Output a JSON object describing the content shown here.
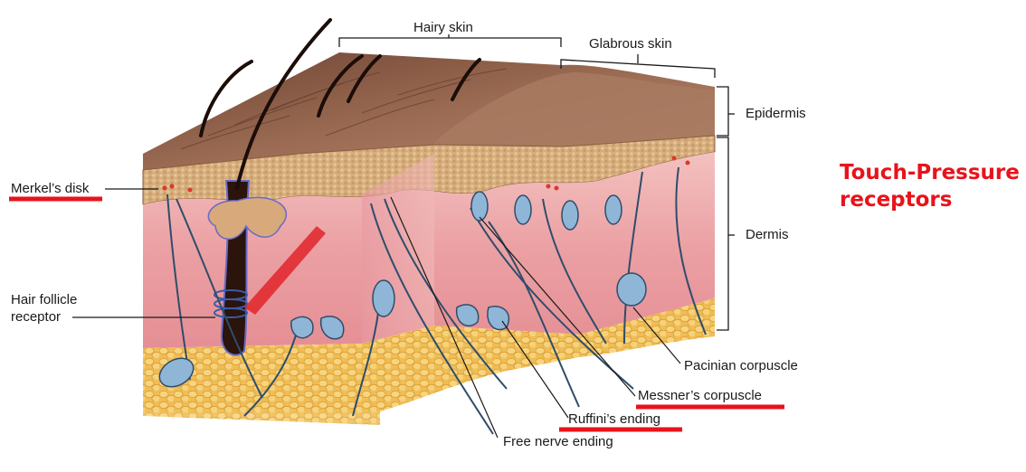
{
  "labels": {
    "hairy_skin": "Hairy skin",
    "glabrous_skin": "Glabrous skin",
    "epidermis": "Epidermis",
    "dermis": "Dermis",
    "merkels_disk": "Merkel’s disk",
    "hair_follicle_line1": "Hair follicle",
    "hair_follicle_line2": "receptor",
    "pacinian": "Pacinian corpuscle",
    "messner": "Messner’s corpuscle",
    "ruffini": "Ruffini’s ending",
    "free_nerve": "Free nerve ending"
  },
  "title": {
    "line1": "Touch-Pressure",
    "line2": "receptors"
  },
  "colors": {
    "accent_red": "#e8131b",
    "title_red": "#e8131b",
    "skin_surface": "#8a5a45",
    "dermis_pink": "#eba5a6",
    "fat_yellow": "#f2c25a",
    "nerve_blue": "#2e4d6b",
    "receptor_blue": "#8fb6d6"
  },
  "highlighted": [
    "Merkel’s disk",
    "Messner’s corpuscle",
    "Ruffini’s ending"
  ]
}
